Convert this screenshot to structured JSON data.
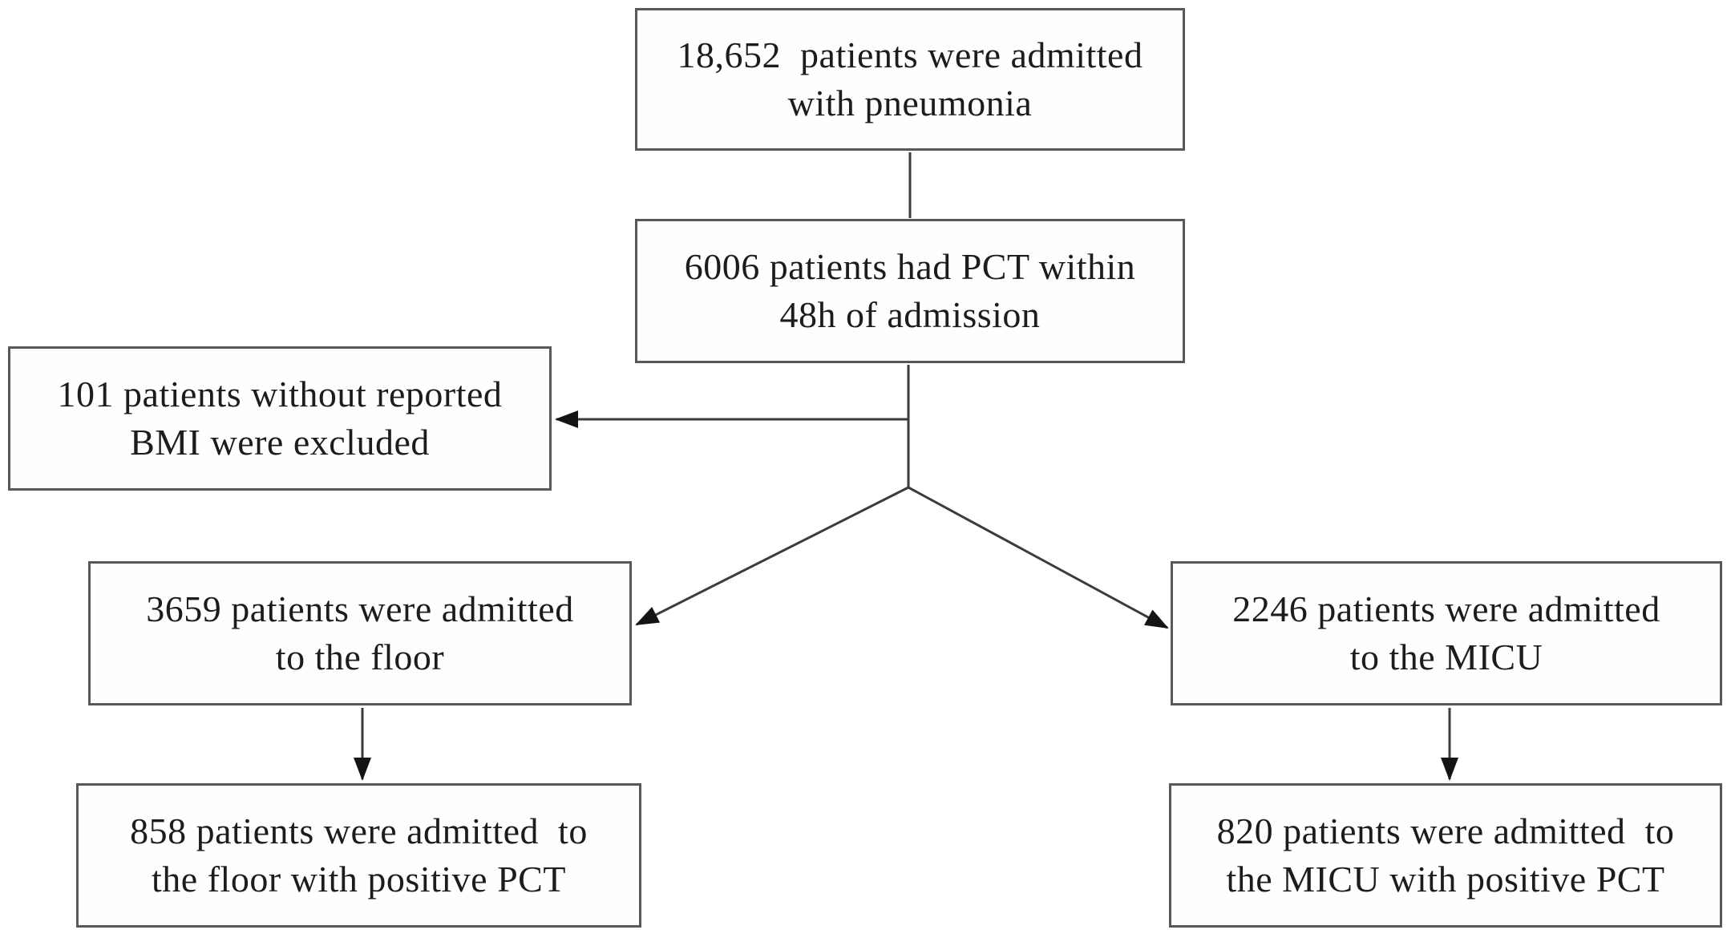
{
  "figure": {
    "kind": "patient-flow-diagram",
    "boxes": {
      "pneumonia_admissions": "18,652  patients were admitted\nwith pneumonia",
      "pct_within_48h": "6006 patients had PCT within\n48h of admission",
      "excluded_no_bmi": "101 patients without reported\nBMI were excluded",
      "floor_admissions": "3659 patients were admitted\nto the floor",
      "micu_admissions": "2246 patients were admitted\nto the MICU",
      "floor_positive_pct": "858 patients were admitted  to\nthe floor with positive PCT",
      "micu_positive_pct": "820 patients were admitted  to\nthe MICU with positive PCT"
    },
    "edges": [
      {
        "from": "pneumonia_admissions",
        "to": "pct_within_48h",
        "arrow": false
      },
      {
        "from": "pct_within_48h",
        "to": "excluded_no_bmi",
        "arrow": true
      },
      {
        "from": "pct_within_48h",
        "to": "floor_admissions",
        "arrow": true
      },
      {
        "from": "pct_within_48h",
        "to": "micu_admissions",
        "arrow": true
      },
      {
        "from": "floor_admissions",
        "to": "floor_positive_pct",
        "arrow": true
      },
      {
        "from": "micu_admissions",
        "to": "micu_positive_pct",
        "arrow": true
      }
    ],
    "colors": {
      "background": "#ffffff",
      "box_border": "#57585a",
      "connector_line": "#3c3c3c",
      "arrowhead": "#141414",
      "text": "#1c1c1c"
    }
  }
}
